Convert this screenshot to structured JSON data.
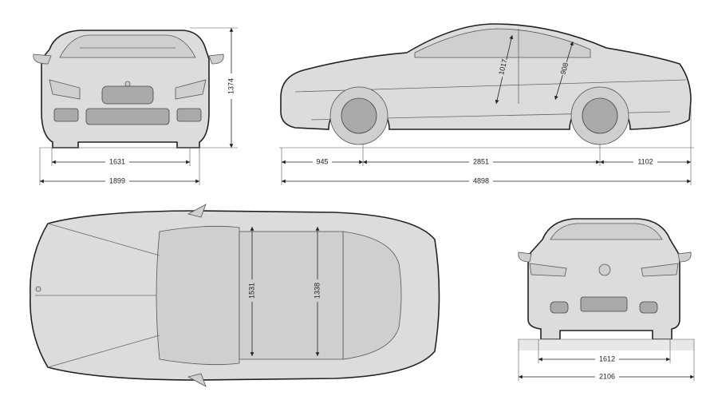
{
  "views": {
    "front": {
      "height": "1374",
      "track": "1631",
      "width": "1899"
    },
    "side": {
      "front_overhang": "945",
      "wheelbase": "2851",
      "rear_overhang": "1102",
      "length": "4898",
      "front_headroom": "1017",
      "rear_headroom": "908"
    },
    "top": {
      "front_shoulder_width": "1531",
      "rear_shoulder_width": "1338"
    },
    "rear": {
      "track": "1612",
      "width": "2106"
    }
  },
  "colors": {
    "body": "#dcdcdc",
    "outline": "#222222"
  }
}
